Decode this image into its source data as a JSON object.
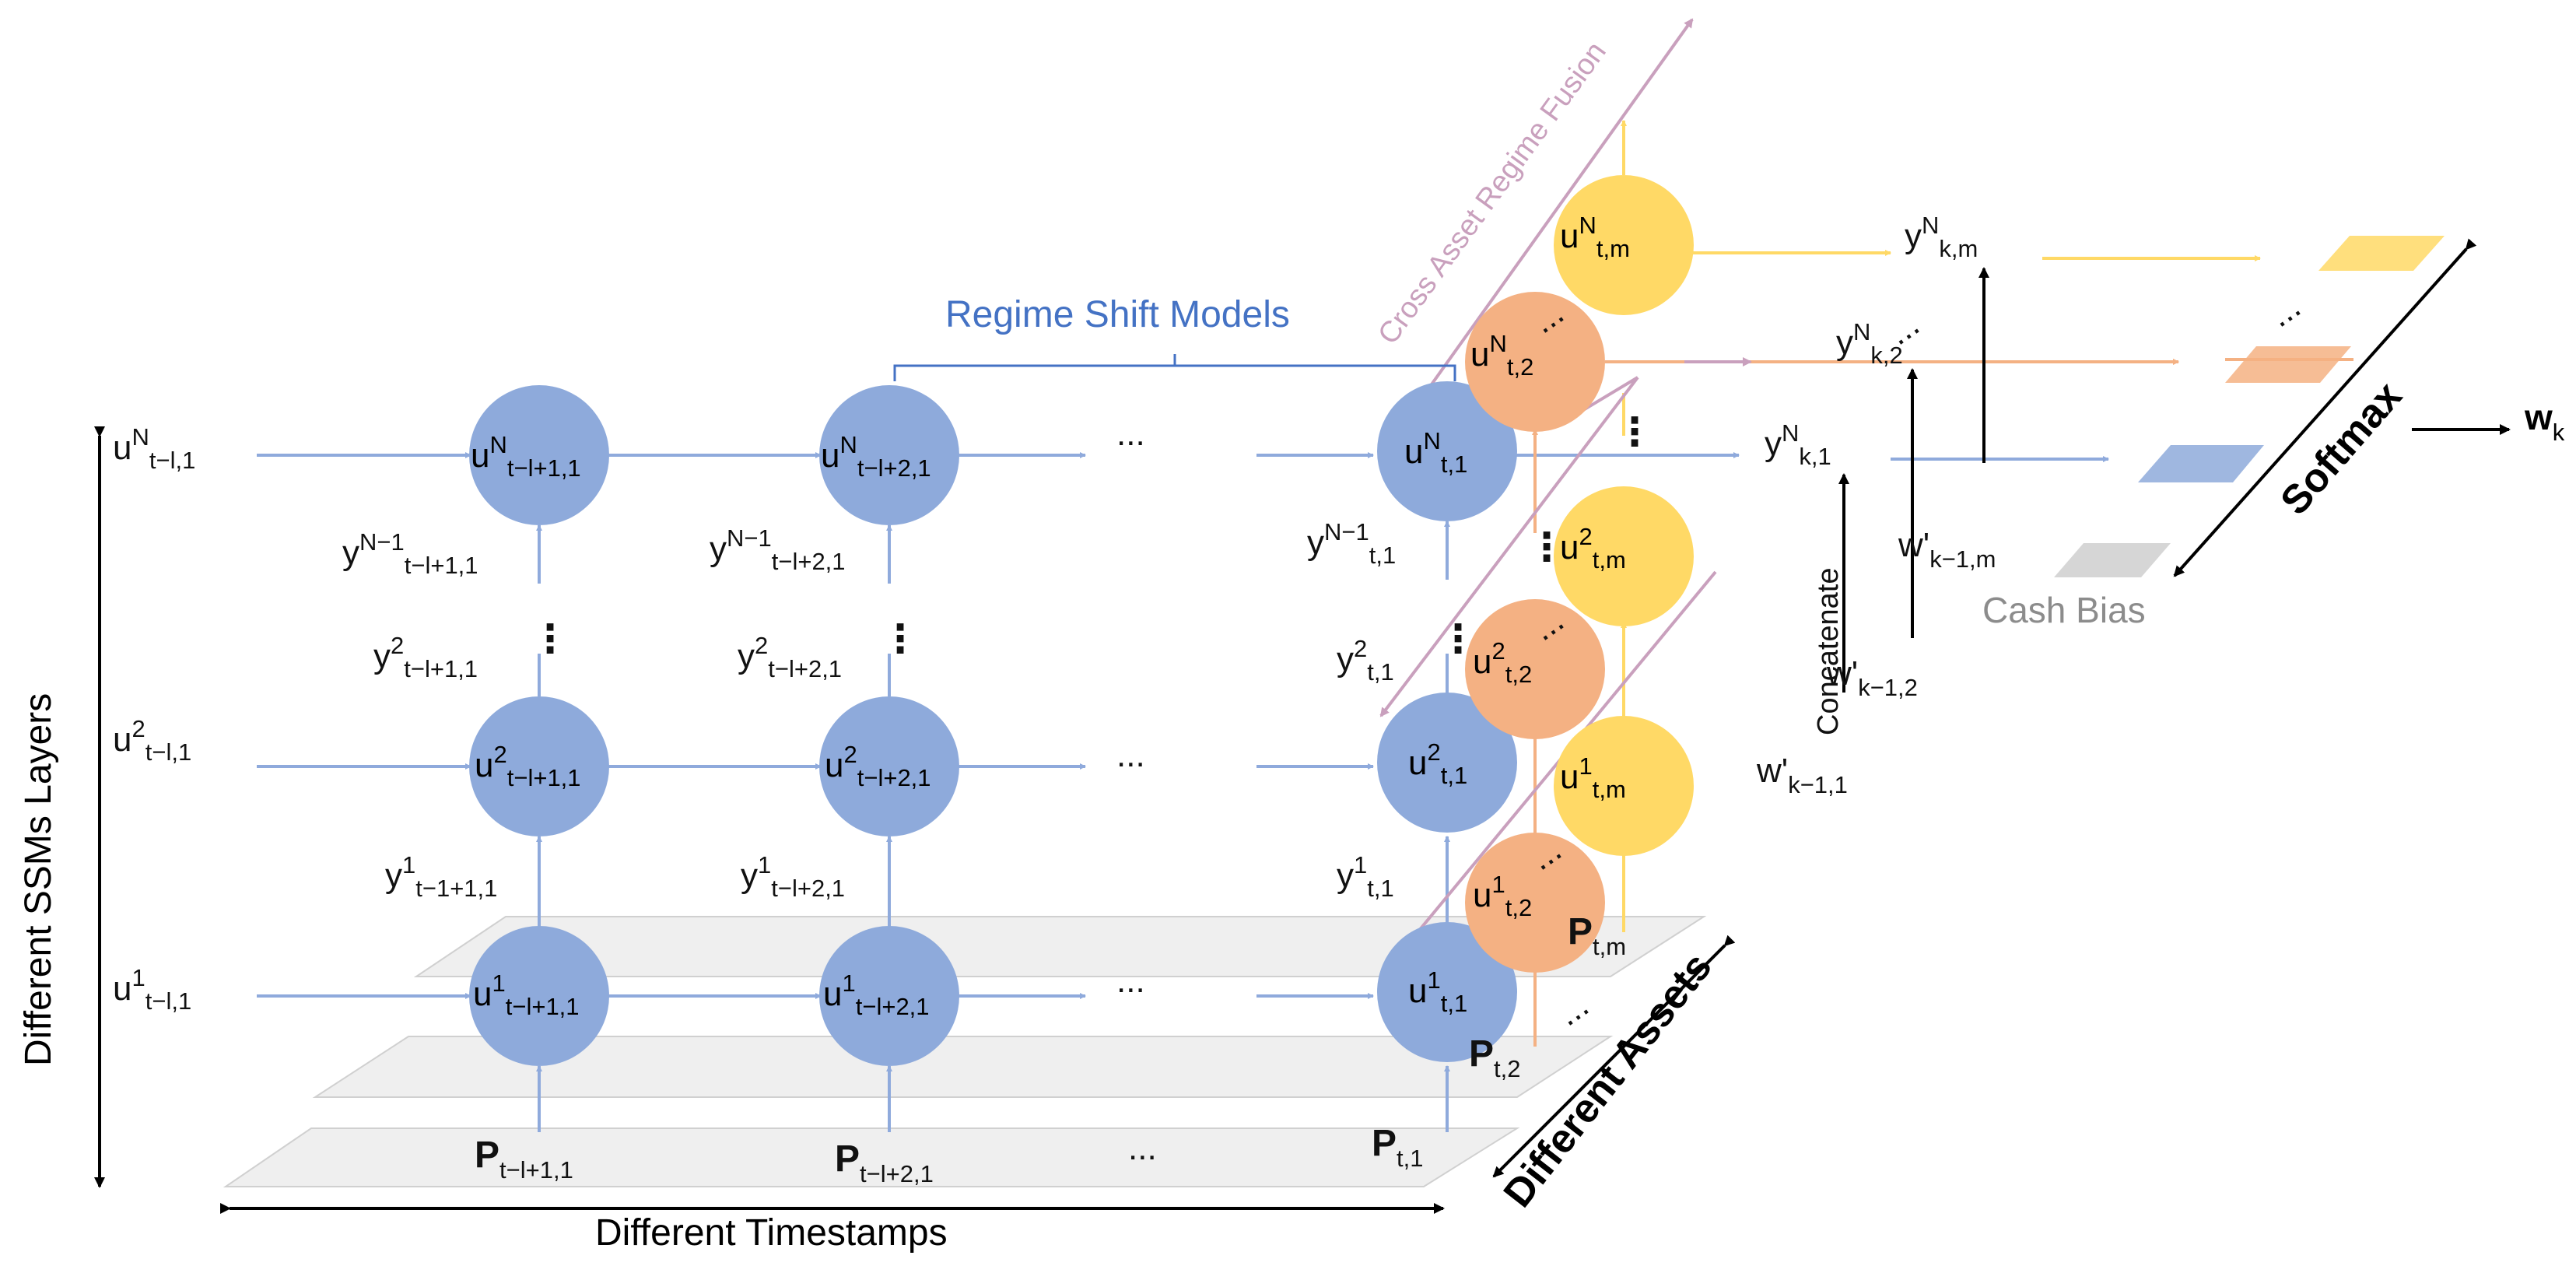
{
  "colors": {
    "blue_node": "#8eaadb",
    "orange_node": "#f4b183",
    "yellow_node": "#ffd966",
    "blue_arrow": "#8faadc",
    "orange_arrow": "#f4b183",
    "yellow_arrow": "#ffd966",
    "pink_arrow": "#c9a0bd",
    "gray_plane": "#ededed",
    "gray_plane_border": "#d0d0d0",
    "regime_text": "#4472c4",
    "cash_bias_text": "#8c8c8c",
    "cash_bias_block": "#d6d6d6",
    "axis": "#000000"
  },
  "labels": {
    "regime_shift_models": "Regime Shift Models",
    "cross_asset_regime_fusion": "Cross Asset Regime Fusion",
    "different_ssm_layers": "Different SSMs Layers",
    "different_timestamps": "Different Timestamps",
    "different_assets": "Different Assets",
    "softmax": "Softmax",
    "concatenate": "Concatenate",
    "cash_bias": "Cash Bias",
    "ellipsis": "...",
    "vdots": "⋮"
  },
  "left_inputs": [
    {
      "base": "u",
      "sup": "N",
      "sub": "t−l,1"
    },
    {
      "base": "u",
      "sup": "2",
      "sub": "t−l,1"
    },
    {
      "base": "u",
      "sup": "1",
      "sub": "t−l,1"
    }
  ],
  "blue_nodes": [
    {
      "id": "uN-tl1",
      "base": "u",
      "sup": "N",
      "sub": "t−l+1,1"
    },
    {
      "id": "uN-tl2",
      "base": "u",
      "sup": "N",
      "sub": "t−l+2,1"
    },
    {
      "id": "uN-t1",
      "base": "u",
      "sup": "N",
      "sub": "t,1"
    },
    {
      "id": "u2-tl1",
      "base": "u",
      "sup": "2",
      "sub": "t−l+1,1"
    },
    {
      "id": "u2-tl2",
      "base": "u",
      "sup": "2",
      "sub": "t−l+2,1"
    },
    {
      "id": "u2-t1",
      "base": "u",
      "sup": "2",
      "sub": "t,1"
    },
    {
      "id": "u1-tl1",
      "base": "u",
      "sup": "1",
      "sub": "t−l+1,1"
    },
    {
      "id": "u1-tl2",
      "base": "u",
      "sup": "1",
      "sub": "t−l+2,1"
    },
    {
      "id": "u1-t1",
      "base": "u",
      "sup": "1",
      "sub": "t,1"
    }
  ],
  "orange_nodes": [
    {
      "id": "uN-t2",
      "base": "u",
      "sup": "N",
      "sub": "t,2"
    },
    {
      "id": "u2-t2",
      "base": "u",
      "sup": "2",
      "sub": "t,2"
    },
    {
      "id": "u1-t2",
      "base": "u",
      "sup": "1",
      "sub": "t,2"
    }
  ],
  "yellow_nodes": [
    {
      "id": "uN-tm",
      "base": "u",
      "sup": "N",
      "sub": "t,m"
    },
    {
      "id": "u2-tm",
      "base": "u",
      "sup": "2",
      "sub": "t,m"
    },
    {
      "id": "u1-tm",
      "base": "u",
      "sup": "1",
      "sub": "t,m"
    }
  ],
  "y_labels": [
    {
      "id": "yN1-tl1",
      "sup": "N−1",
      "sub": "t−l+1,1"
    },
    {
      "id": "yN1-tl2",
      "sup": "N−1",
      "sub": "t−l+2,1"
    },
    {
      "id": "yN1-t1",
      "sup": "N−1",
      "sub": "t,1"
    },
    {
      "id": "y2-tl1",
      "sup": "2",
      "sub": "t−l+1,1"
    },
    {
      "id": "y2-tl2",
      "sup": "2",
      "sub": "t−l+2,1"
    },
    {
      "id": "y2-t1",
      "sup": "2",
      "sub": "t,1"
    },
    {
      "id": "y1-tl1",
      "sup": "1",
      "sub": "t−1+1,1"
    },
    {
      "id": "y1-tl2",
      "sup": "1",
      "sub": "t−l+2,1"
    },
    {
      "id": "y1-t1",
      "sup": "1",
      "sub": "t,1"
    }
  ],
  "p_labels": [
    {
      "id": "p-tl1",
      "sub": "t−l+1,1"
    },
    {
      "id": "p-tl2",
      "sub": "t−l+2,1"
    },
    {
      "id": "p-t1",
      "sub": "t,1"
    },
    {
      "id": "p-t2",
      "sub": "t,2"
    },
    {
      "id": "p-tm",
      "sub": "t,m"
    }
  ],
  "output_labels": [
    {
      "id": "yN-km",
      "base": "y",
      "sup": "N",
      "sub": "k,m"
    },
    {
      "id": "yN-k2",
      "base": "y",
      "sup": "N",
      "sub": "k,2"
    },
    {
      "id": "yN-k1",
      "base": "y",
      "sup": "N",
      "sub": "k,1"
    }
  ],
  "weight_labels": [
    {
      "id": "w-km",
      "base": "w'",
      "sub": "k−1,m"
    },
    {
      "id": "w-k2",
      "base": "w'",
      "sub": "k−1,2"
    },
    {
      "id": "w-k1",
      "base": "w'",
      "sub": "k−1,1"
    }
  ],
  "final_output": {
    "base": "w",
    "sub": "k"
  }
}
